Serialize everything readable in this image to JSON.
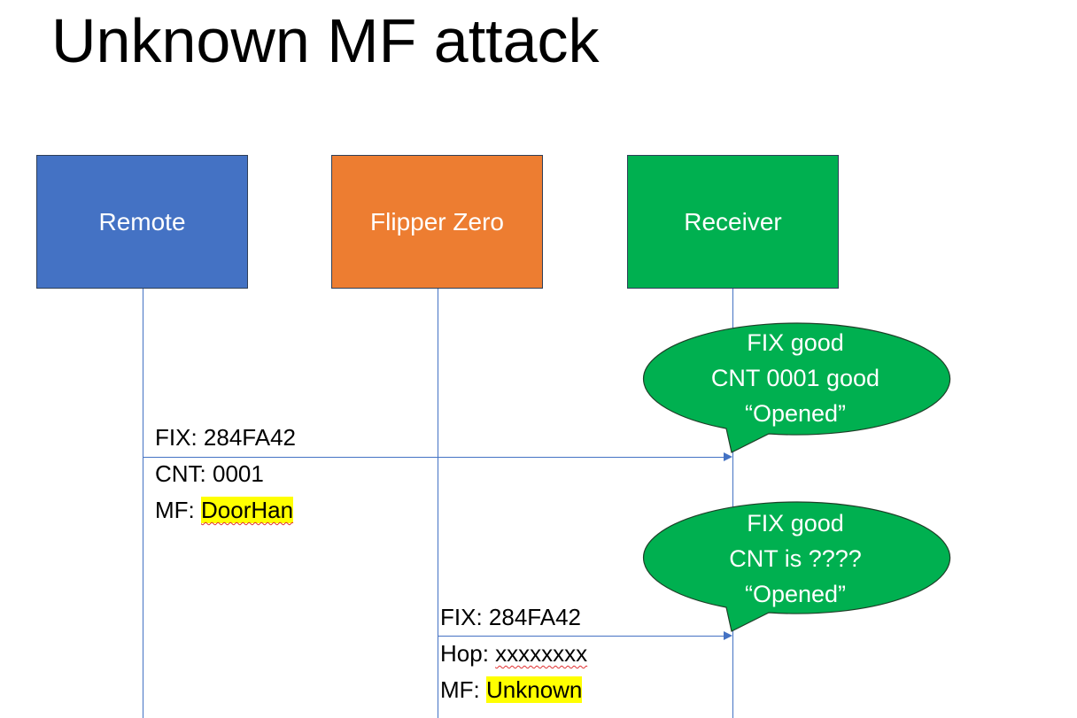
{
  "title": "Unknown MF attack",
  "actors": [
    {
      "label": "Remote",
      "color": "#4472c4"
    },
    {
      "label": "Flipper Zero",
      "color": "#ed7d31"
    },
    {
      "label": "Receiver",
      "color": "#00b050"
    }
  ],
  "messages": [
    {
      "fix": "FIX: 284FA42",
      "line2": "CNT: 0001",
      "mf_prefix": "MF: ",
      "mf_value": "DoorHan"
    },
    {
      "fix": "FIX: 284FA42",
      "line2_prefix": "Hop: ",
      "line2_value": "xxxxxxxx",
      "mf_prefix": "MF: ",
      "mf_value": "Unknown"
    }
  ],
  "bubbles": [
    {
      "lines": [
        "FIX good",
        "CNT 0001 good",
        "“Opened”"
      ],
      "color": "#00b050"
    },
    {
      "lines": [
        "FIX good",
        "CNT is ????",
        "“Opened”"
      ],
      "color": "#00b050"
    }
  ],
  "colors": {
    "arrow": "#4472c4",
    "highlight": "#ffff00"
  }
}
